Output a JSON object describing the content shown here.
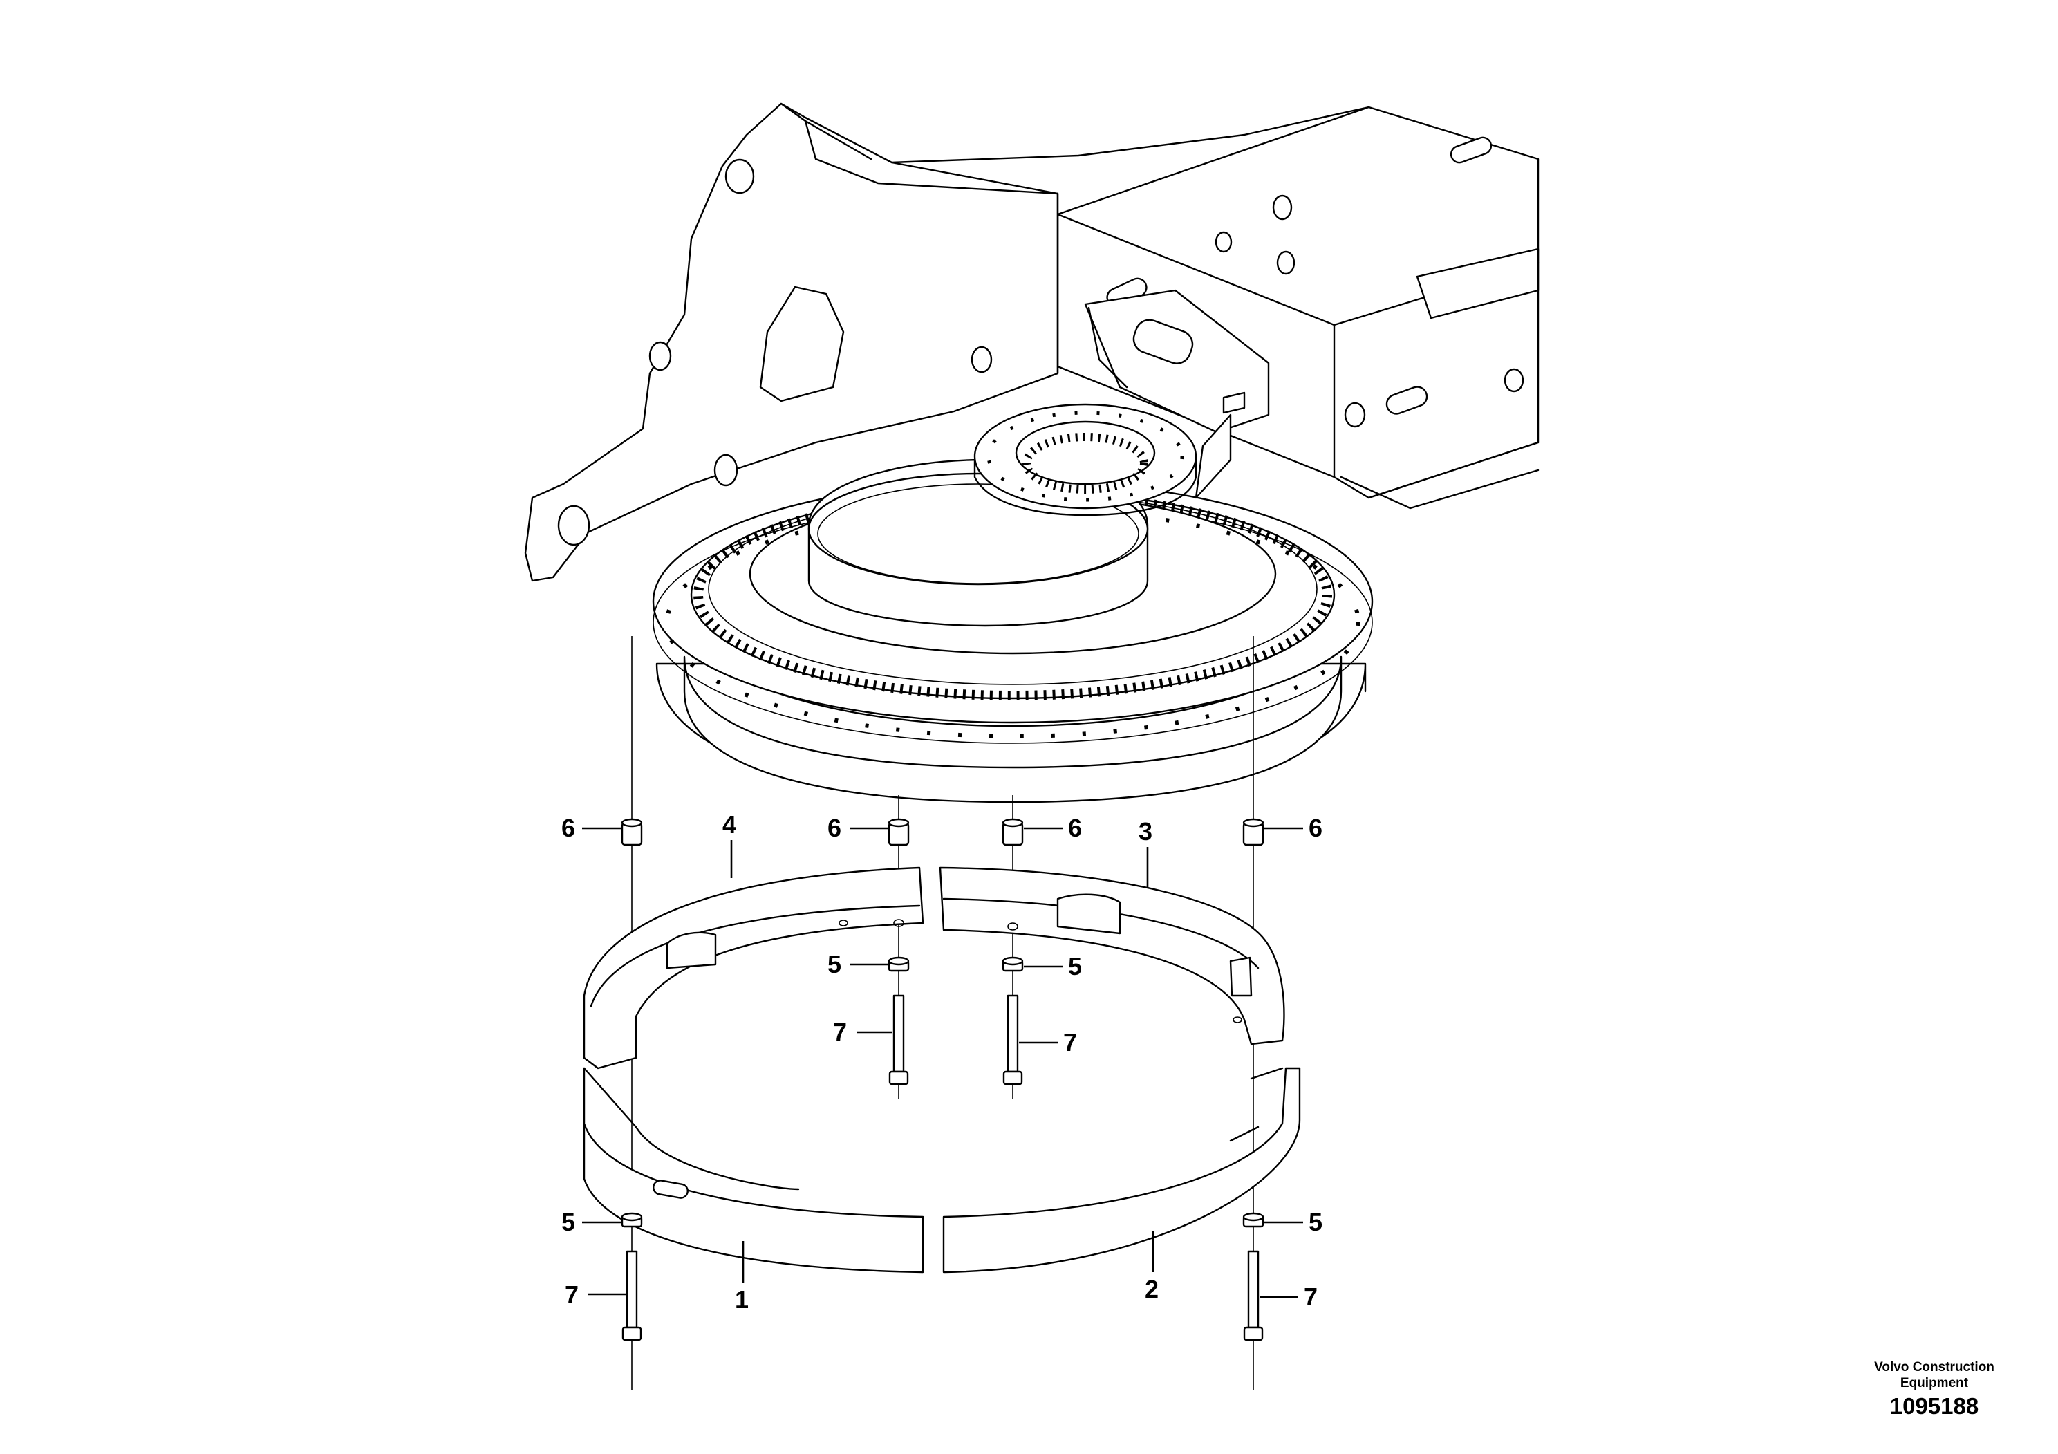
{
  "callouts": [
    {
      "id": "c1",
      "text": "1"
    },
    {
      "id": "c2",
      "text": "2"
    },
    {
      "id": "c3",
      "text": "3"
    },
    {
      "id": "c4",
      "text": "4"
    },
    {
      "id": "c5a",
      "text": "5"
    },
    {
      "id": "c5b",
      "text": "5"
    },
    {
      "id": "c5c",
      "text": "5"
    },
    {
      "id": "c5d",
      "text": "5"
    },
    {
      "id": "c6a",
      "text": "6"
    },
    {
      "id": "c6b",
      "text": "6"
    },
    {
      "id": "c6c",
      "text": "6"
    },
    {
      "id": "c6d",
      "text": "6"
    },
    {
      "id": "c7a",
      "text": "7"
    },
    {
      "id": "c7b",
      "text": "7"
    },
    {
      "id": "c7c",
      "text": "7"
    },
    {
      "id": "c7d",
      "text": "7"
    }
  ],
  "credit": {
    "line1": "Volvo Construction",
    "line2": "Equipment"
  },
  "part_number": "1095188"
}
